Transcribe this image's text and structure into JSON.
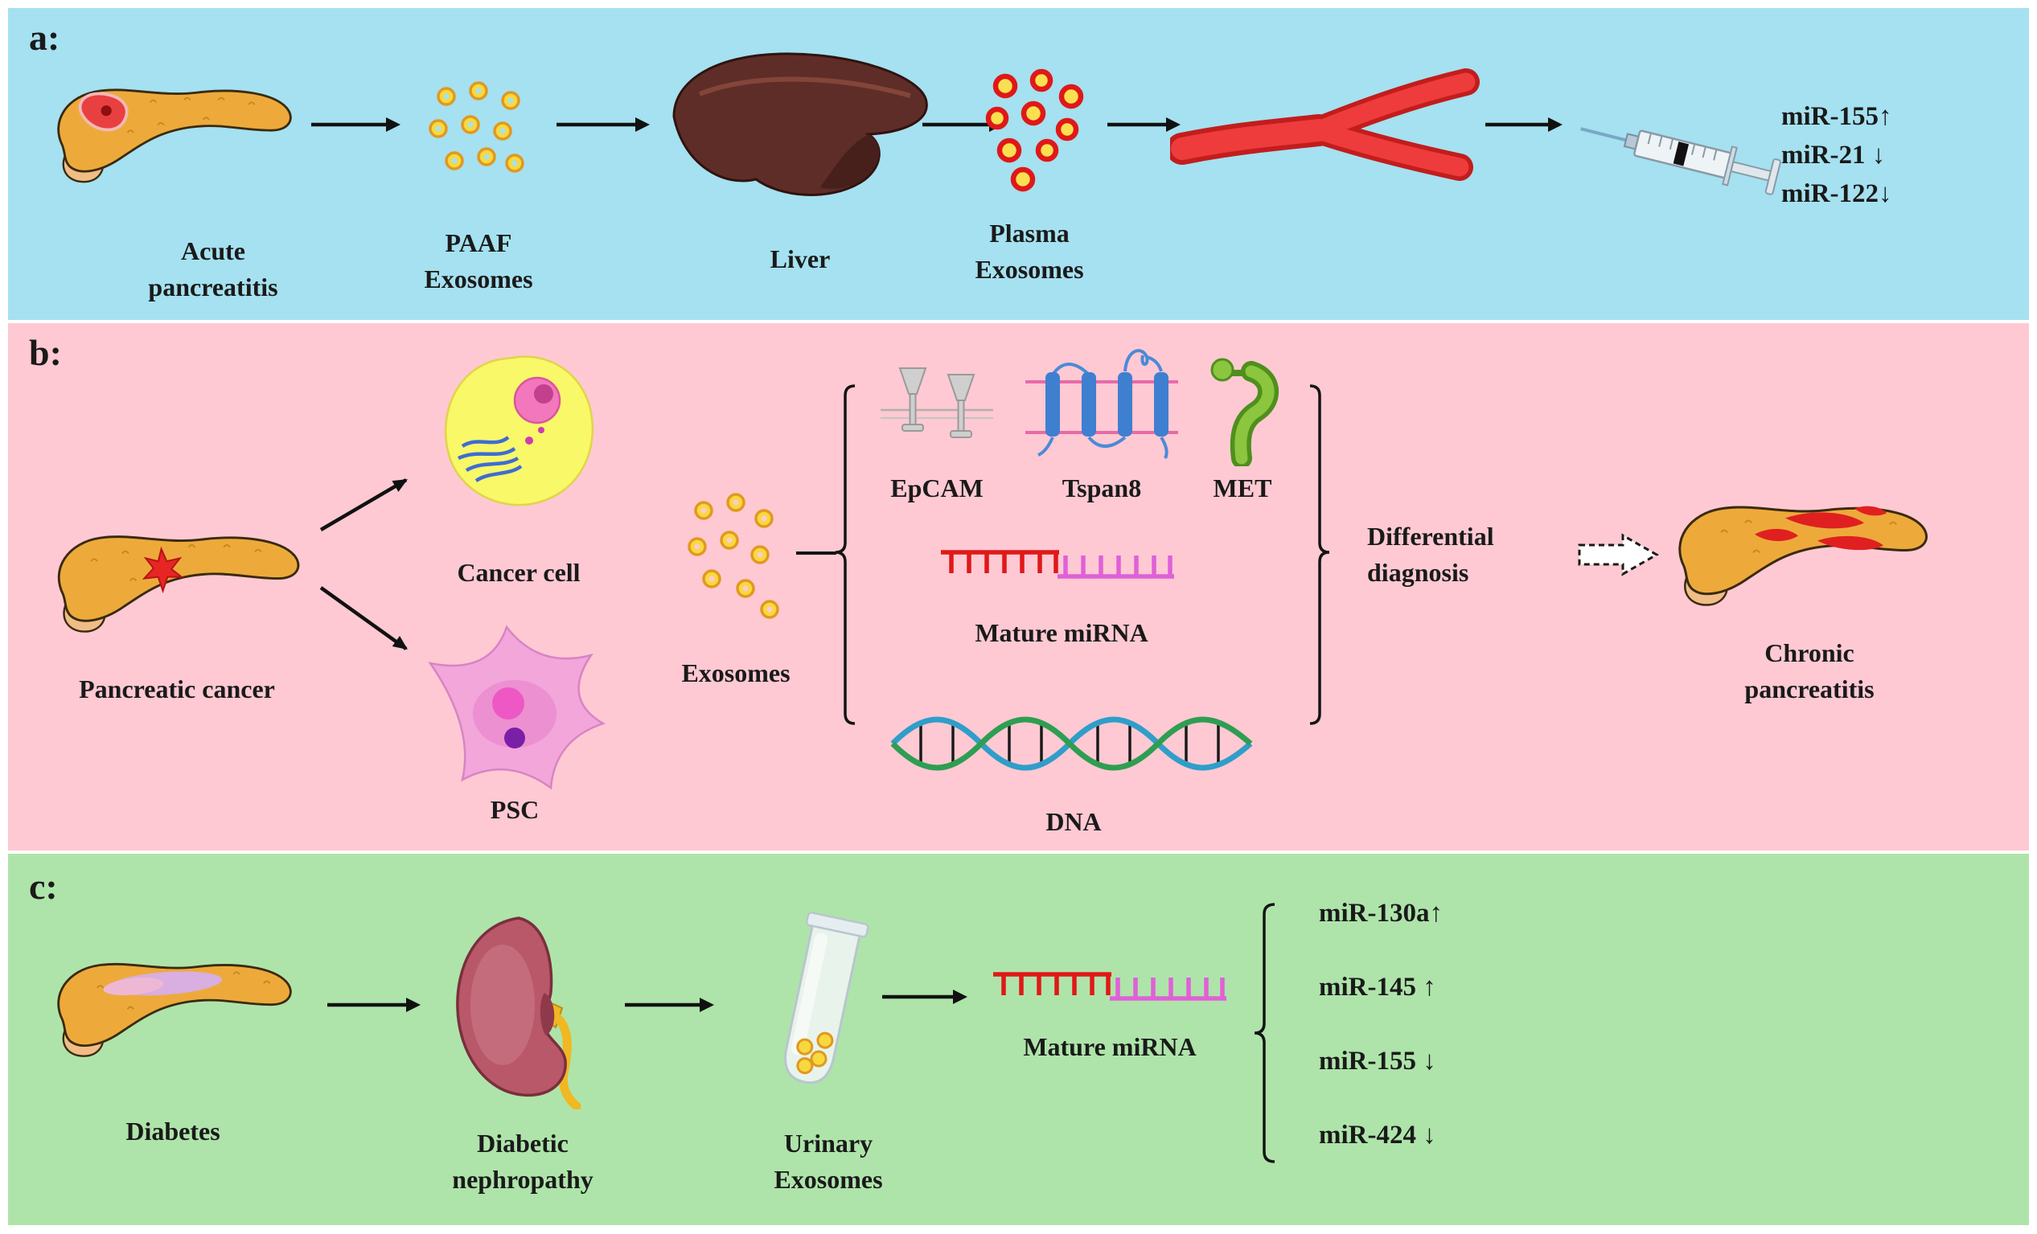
{
  "colors": {
    "panel_a_bg": "#a5e1f0",
    "panel_b_bg": "#fec9d3",
    "panel_c_bg": "#aee4aa",
    "exosome_yellow": "#f7d93f",
    "plasma_exosome_red": "#e01818",
    "vessel_red": "#ee3b3b",
    "pancreas_orange": "#edaa3b",
    "liver_brown": "#5f2d27",
    "text": "#1a1a1a"
  },
  "panel_a": {
    "label": "a:",
    "acute_pancreatitis": "Acute\npancreatitis",
    "paaf_exosomes": "PAAF\nExosomes",
    "liver": "Liver",
    "plasma_exosomes": "Plasma\nExosomes",
    "mirnas": [
      "miR-155↑",
      "miR-21 ↓",
      "miR-122↓"
    ]
  },
  "panel_b": {
    "label": "b:",
    "pancreatic_cancer": "Pancreatic cancer",
    "cancer_cell": "Cancer cell",
    "psc": "PSC",
    "exosomes": "Exosomes",
    "epcam": "EpCAM",
    "tspan8": "Tspan8",
    "met": "MET",
    "mature_mirna": "Mature miRNA",
    "dna": "DNA",
    "differential_diagnosis": "Differential\ndiagnosis",
    "chronic_pancreatitis": "Chronic\npancreatitis"
  },
  "panel_c": {
    "label": "c:",
    "diabetes": "Diabetes",
    "diabetic_nephropathy": "Diabetic\nnephropathy",
    "urinary_exosomes": "Urinary\nExosomes",
    "mature_mirna": "Mature miRNA",
    "mirnas": [
      "miR-130a↑",
      "miR-145 ↑",
      "miR-155 ↓",
      "miR-424 ↓"
    ]
  }
}
